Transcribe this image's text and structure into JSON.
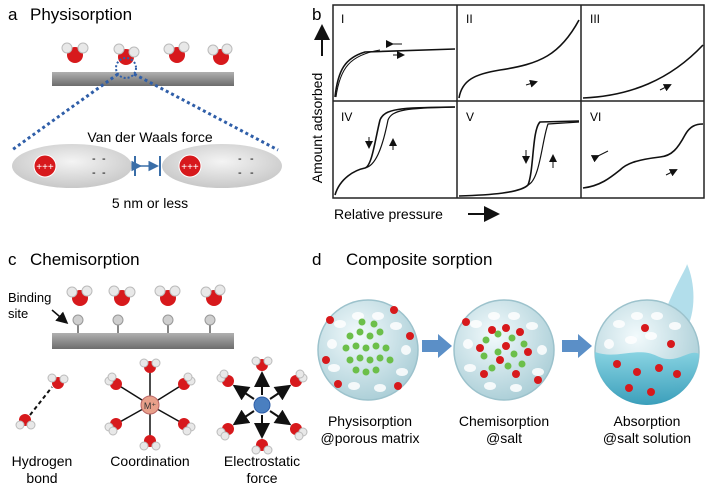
{
  "panel_a": {
    "letter": "a",
    "title": "Physisorption",
    "force_label": "Van der Waals force",
    "distance_label": "5 nm or less",
    "minus": "-"
  },
  "panel_b": {
    "letter": "b",
    "ylabel": "Amount adsorbed",
    "xlabel": "Relative pressure",
    "isotherms": [
      {
        "label": "I"
      },
      {
        "label": "II"
      },
      {
        "label": "III"
      },
      {
        "label": "IV"
      },
      {
        "label": "V"
      },
      {
        "label": "VI"
      }
    ]
  },
  "panel_c": {
    "letter": "c",
    "title": "Chemisorption",
    "binding_label_1": "Binding",
    "binding_label_2": "site",
    "metal_label": "M⁺",
    "interactions": [
      {
        "line1": "Hydrogen",
        "line2": "bond"
      },
      {
        "line1": "Coordination",
        "line2": ""
      },
      {
        "line1": "Electrostatic",
        "line2": "force"
      }
    ]
  },
  "panel_d": {
    "letter": "d",
    "title": "Composite sorption",
    "stages": [
      {
        "line1": "Physisorption",
        "line2": "@porous matrix"
      },
      {
        "line1": "Chemisorption",
        "line2": "@salt"
      },
      {
        "line1": "Absorption",
        "line2": "@salt solution"
      }
    ]
  },
  "colors": {
    "oxygen": "#d7191c",
    "hydrogen": "#e8e8e8",
    "substrate": "#8a8a8a",
    "salt": "#6cbf4a",
    "sphere": "#cfe7ec",
    "solution": "#4fb8cf",
    "arrow": "#5b8fc7",
    "dotted": "#2f5ea8",
    "ion": "#4a7fc0",
    "metal": "#e8a08a"
  }
}
